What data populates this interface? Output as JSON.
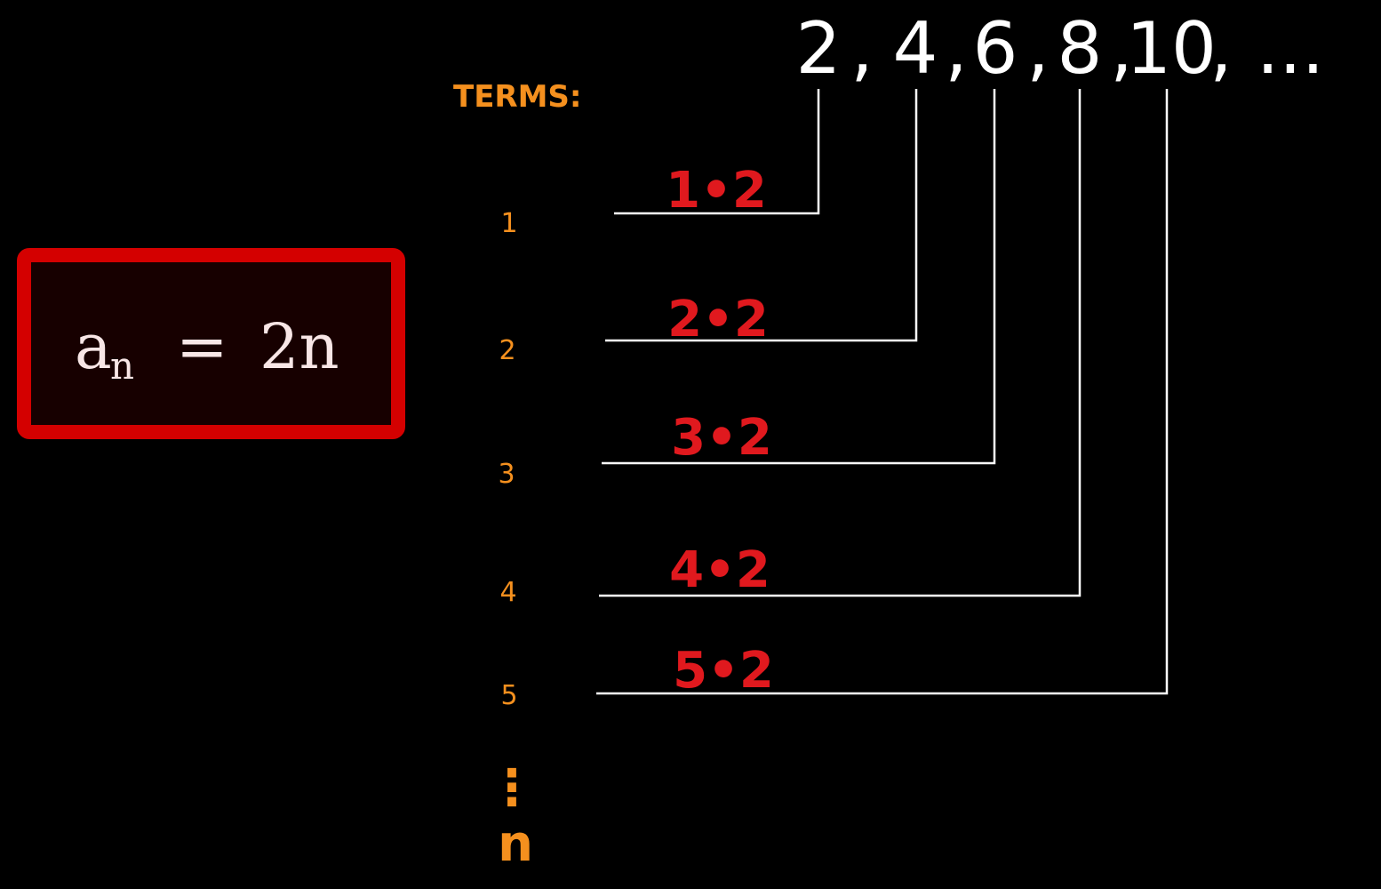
{
  "sequence": {
    "terms": [
      "2",
      "4",
      "6",
      "8",
      "10"
    ],
    "ellipsis": "..."
  },
  "terms_label": "TERMS:",
  "indices": [
    "1",
    "2",
    "3",
    "4",
    "5"
  ],
  "index_vdots": "⋮",
  "index_general": "n",
  "products": [
    "1•2",
    "2•2",
    "3•2",
    "4•2",
    "5•2"
  ],
  "formula": {
    "lhs": "a",
    "lhs_sub": "n",
    "equals": "=",
    "rhs": "2n"
  },
  "colors": {
    "background": "#000000",
    "sequence": "#ffffff",
    "connector_lines": "#ffffff",
    "indices": "#f5901e",
    "products": "#e0191e",
    "formula_box_border": "#d40000",
    "formula_box_fill": "#170000"
  }
}
